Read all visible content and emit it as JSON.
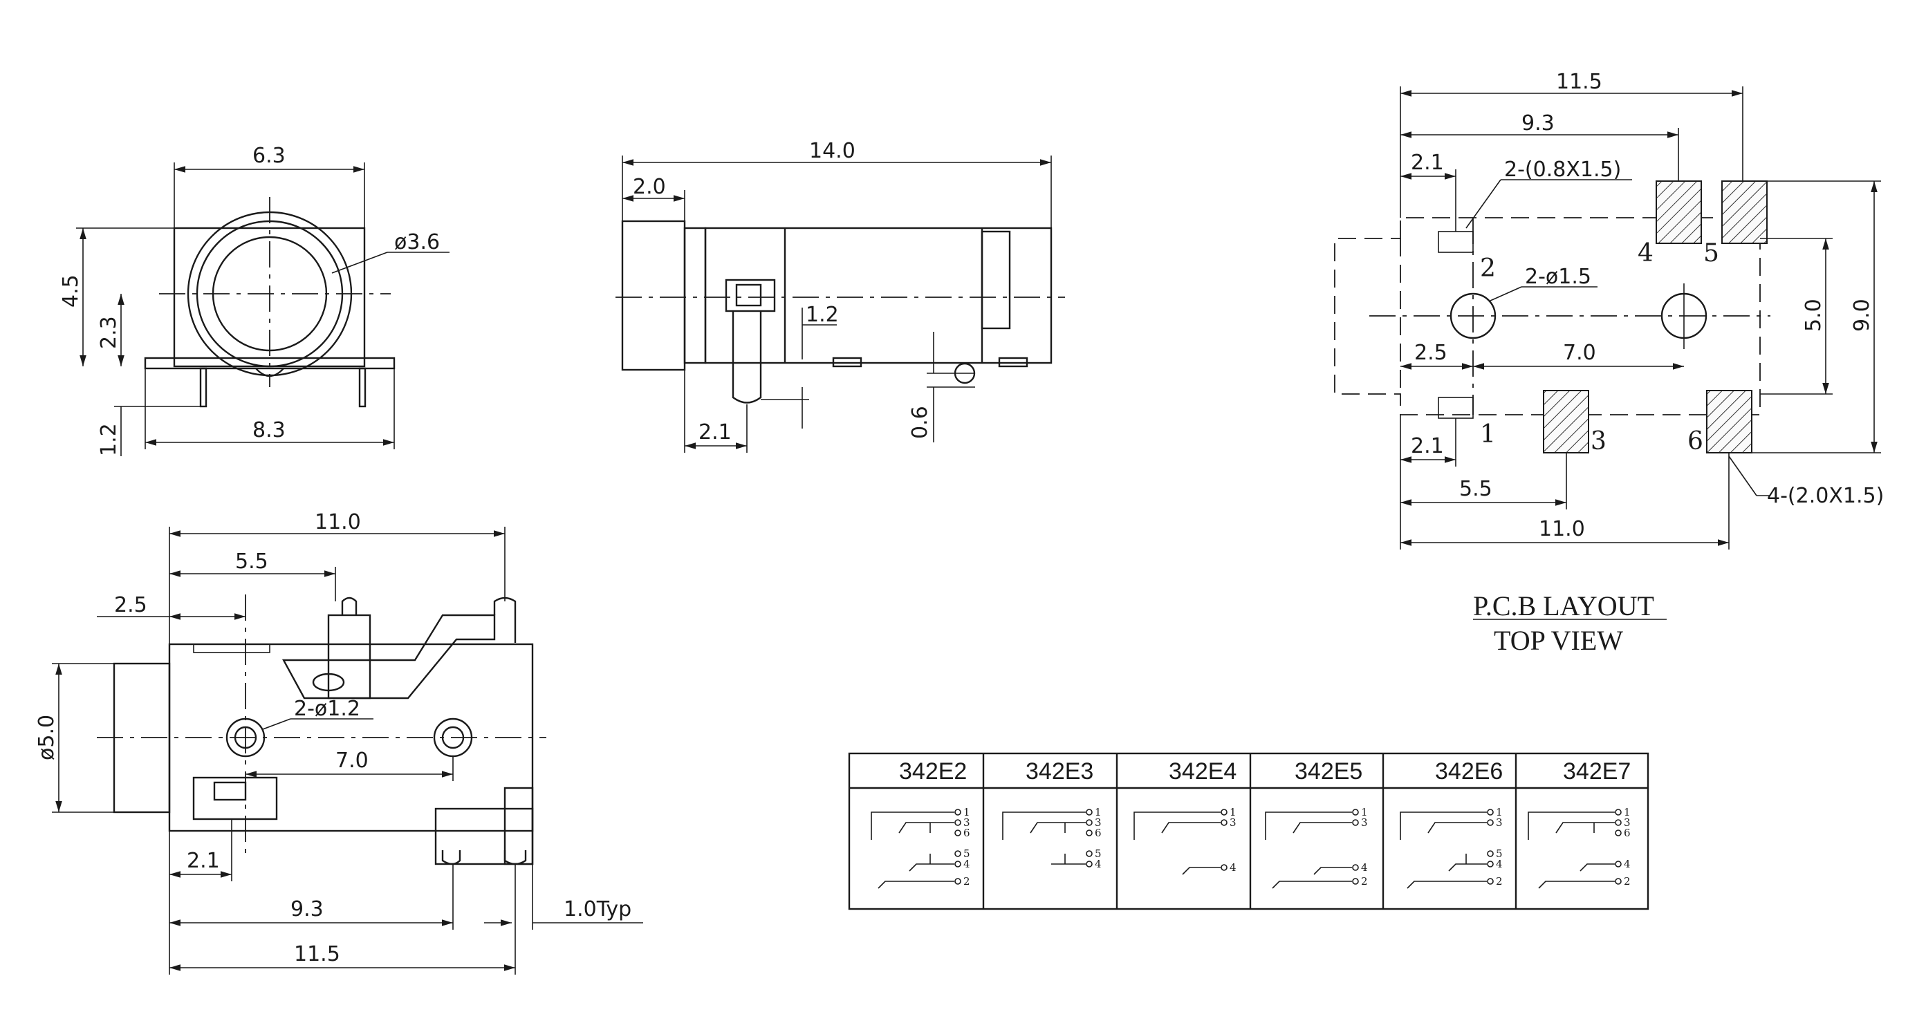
{
  "front_view": {
    "dims": {
      "width_top": "6.3",
      "diameter": "ø3.6",
      "height": "4.5",
      "center": "2.3",
      "pin": "1.2",
      "width_bottom": "8.3"
    }
  },
  "side_view": {
    "dims": {
      "length": "14.0",
      "front": "2.0",
      "offset": "1.2",
      "pin_pos": "2.1",
      "pin_h": "0.6"
    }
  },
  "pcb_layout": {
    "title": "P.C.B LAYOUT",
    "subtitle": "TOP VIEW",
    "dims": {
      "total_w": "11.5",
      "w2": "9.3",
      "w3": "2.1",
      "slot_note": "2-(0.8X1.5)",
      "hole_note": "2-ø1.5",
      "pos1": "2.5",
      "pitch": "7.0",
      "h_inner": "5.0",
      "h_outer": "9.0",
      "bot1": "2.1",
      "bot2": "5.5",
      "bot3": "11.0",
      "pad_note": "4-(2.0X1.5)"
    },
    "pins": [
      "1",
      "2",
      "3",
      "4",
      "5",
      "6"
    ]
  },
  "bottom_view": {
    "dims": {
      "w1": "11.0",
      "w2": "5.5",
      "w3": "2.5",
      "dia": "ø5.0",
      "hole_note": "2-ø1.2",
      "pitch": "7.0",
      "b1": "2.1",
      "b2": "9.3",
      "b3": "11.5",
      "typ": "1.0Typ"
    }
  },
  "variants_table": {
    "headers": [
      "342E2",
      "342E3",
      "342E4",
      "342E5",
      "342E6",
      "342E7"
    ]
  }
}
